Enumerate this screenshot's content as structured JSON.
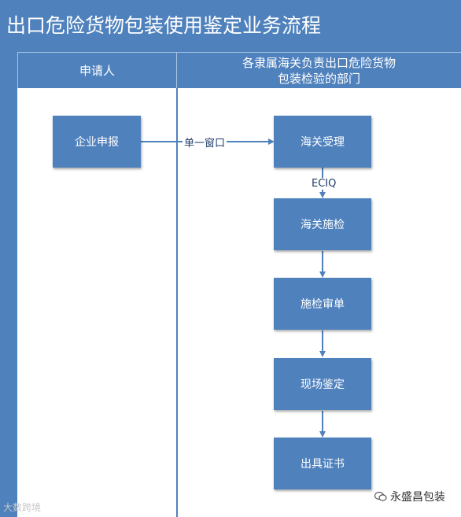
{
  "title": "出口危险货物包装使用鉴定业务流程",
  "lanes": {
    "left_header": "申请人",
    "right_header_line1": "各隶属海关负责出口危险货物",
    "right_header_line2": "包装检验的部门"
  },
  "nodes": {
    "apply": "企业申报",
    "accept": "海关受理",
    "inspect": "海关施检",
    "review": "施检审单",
    "onsite": "现场鉴定",
    "certificate": "出具证书"
  },
  "edges": {
    "single_window": "单一窗口",
    "eciq": "ECIQ"
  },
  "colors": {
    "primary": "#4f81bd",
    "background": "#ffffff"
  },
  "watermarks": {
    "left": "大数跨境",
    "right": "永盛昌包装"
  }
}
